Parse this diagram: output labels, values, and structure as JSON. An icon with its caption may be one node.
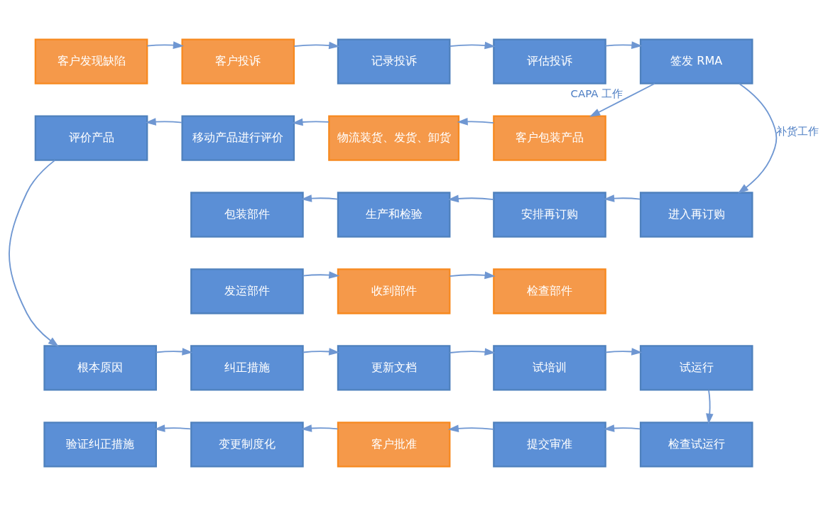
{
  "diagram": {
    "nodes": [
      {
        "text": [
          "客户发现缺陷"
        ]
      },
      {
        "text": [
          "客户投诉"
        ]
      },
      {
        "text": [
          "记录投诉"
        ]
      },
      {
        "text": [
          "评估投诉"
        ]
      },
      {
        "text": [
          "签发 RMA"
        ]
      },
      {
        "text": [
          "评价产品"
        ]
      },
      {
        "text": [
          "移动产品进行评价"
        ]
      },
      {
        "text": [
          "物流装货、发货、卸货"
        ]
      },
      {
        "text": [
          "客户包装产品"
        ]
      },
      {
        "text": [
          "包装部件"
        ]
      },
      {
        "text": [
          "生产和检验"
        ]
      },
      {
        "text": [
          "安排再订购"
        ]
      },
      {
        "text": [
          "进入再订购"
        ]
      },
      {
        "text": [
          "发运部件"
        ]
      },
      {
        "text": [
          "收到部件"
        ]
      },
      {
        "text": [
          "检查部件"
        ]
      },
      {
        "text": [
          "根本原因"
        ]
      },
      {
        "text": [
          "纠正措施"
        ]
      },
      {
        "text": [
          "更新文档"
        ]
      },
      {
        "text": [
          "试培训"
        ]
      },
      {
        "text": [
          "试运行"
        ]
      },
      {
        "text": [
          "验证纠正措施"
        ]
      },
      {
        "text": [
          "变更制度化"
        ]
      },
      {
        "text": [
          "客户批准"
        ]
      },
      {
        "text": [
          "提交审准"
        ]
      },
      {
        "text": [
          "检查试运行"
        ]
      }
    ],
    "edges": [
      {
        "from": 0,
        "to": 1,
        "arrow": "to"
      },
      {
        "from": 1,
        "to": 2,
        "arrow": "to"
      },
      {
        "from": 2,
        "to": 3,
        "arrow": "to"
      },
      {
        "from": 3,
        "to": 4,
        "arrow": "to"
      },
      {
        "from": 4,
        "to": 8,
        "arrow": "to",
        "label": "CAPA 工作"
      },
      {
        "from": 4,
        "to": 12,
        "arrow": "to",
        "label": "补货工作"
      },
      {
        "from": 8,
        "to": 7,
        "arrow": "to"
      },
      {
        "from": 7,
        "to": 6,
        "arrow": "to"
      },
      {
        "from": 6,
        "to": 5,
        "arrow": "to"
      },
      {
        "from": 5,
        "to": 16,
        "arrow": "to"
      },
      {
        "from": 12,
        "to": 11,
        "arrow": "to"
      },
      {
        "from": 11,
        "to": 10,
        "arrow": "to"
      },
      {
        "from": 10,
        "to": 9,
        "arrow": "to"
      },
      {
        "from": 13,
        "to": 14,
        "arrow": "to"
      },
      {
        "from": 14,
        "to": 15,
        "arrow": "to"
      },
      {
        "from": 16,
        "to": 17,
        "arrow": "to"
      },
      {
        "from": 17,
        "to": 18,
        "arrow": "to"
      },
      {
        "from": 18,
        "to": 19,
        "arrow": "to"
      },
      {
        "from": 19,
        "to": 20,
        "arrow": "to"
      },
      {
        "from": 20,
        "to": 25,
        "arrow": "to"
      },
      {
        "from": 25,
        "to": 24,
        "arrow": "to"
      },
      {
        "from": 24,
        "to": 23,
        "arrow": "to"
      },
      {
        "from": 23,
        "to": 22,
        "arrow": "to"
      },
      {
        "from": 22,
        "to": 21,
        "arrow": "to"
      }
    ]
  }
}
